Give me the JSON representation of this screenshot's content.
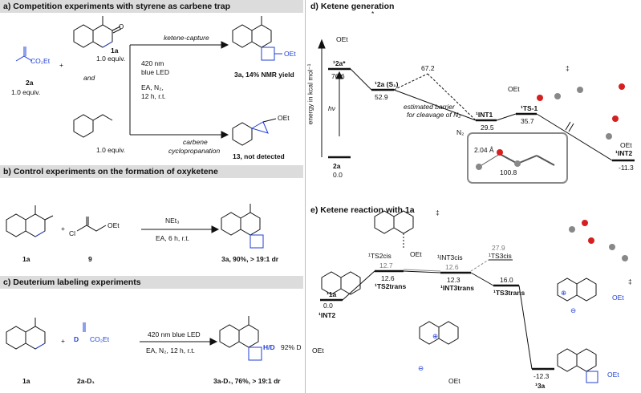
{
  "panel_a": {
    "title": "a) Competition experiments with styrene as carbene trap",
    "reagent_2a_formula": "CO₂Et",
    "reagent_2a_label": "2a",
    "reagent_2a_equiv": "1.0 equiv.",
    "plus": "+",
    "and_text": "and",
    "reagent_1a_label": "1a",
    "reagent_1a_equiv": "1.0 equiv.",
    "styrene_equiv": "1.0 equiv.",
    "conditions": [
      "420 nm",
      "blue LED",
      "EA, N₂,",
      "12 h, r.t."
    ],
    "pathway_top": "ketene-capture",
    "pathway_bottom": [
      "carbene",
      "cyclopropanation"
    ],
    "product_3a": "3a, 14% NMR yield",
    "product_13": "13, not detected",
    "oet": "OEt"
  },
  "panel_b": {
    "title": "b) Control experiments on the formation of oxyketene",
    "reagent_1a": "1a",
    "reagent_9": "9",
    "reagent_cl": "Cl",
    "reagent_oet": "OEt",
    "above_arrow": "NEt₃",
    "below_arrow": "EA, 6 h, r.t.",
    "product": "3a, 90%, > 19:1 dr",
    "plus": "+"
  },
  "panel_c": {
    "title": "c) Deuterium labeling experiments",
    "reagent_1a": "1a",
    "reagent_2a_d1": "2a-D₁",
    "reagent_d": "D",
    "reagent_formula": "CO₂Et",
    "above_arrow": "420 nm blue LED",
    "below_arrow": "EA, N₂, 12 h, r.t.",
    "product": "3a-D₁, 76%, > 19:1 dr",
    "h_d": "H/D",
    "d_percent": "92% D",
    "plus": "+"
  },
  "panel_d": {
    "title": "d) Ketene generation",
    "yaxis": "energy in kcal mol⁻¹",
    "hv": "hν",
    "states": [
      {
        "label": "2a",
        "energy": "0.0"
      },
      {
        "label": "¹2a*",
        "energy": "76.6"
      },
      {
        "label": "¹2a (S₁)",
        "energy": "52.9"
      },
      {
        "label": "¹INT1",
        "energy": "29.5"
      },
      {
        "label": "¹TS-1",
        "energy": "35.7"
      },
      {
        "label": "¹INT2",
        "energy": "-11.3"
      }
    ],
    "barrier_value": "67.2",
    "barrier_text": [
      "estimated barrier",
      "for cleavage of N₂"
    ],
    "n2": "N₂",
    "oet": "OEt",
    "bond_length": "2.04 Å",
    "angle": "100.8",
    "dagger": "‡",
    "star": "*"
  },
  "panel_e": {
    "title": "e) Ketene reaction with 1a",
    "states": [
      {
        "label": "¹1a",
        "energy": "0.0",
        "sub": "¹INT2"
      },
      {
        "label": "¹TS2cis",
        "energy": "12.7"
      },
      {
        "label": "¹TS2trans",
        "energy": "12.6"
      },
      {
        "label": "¹INT3cis",
        "energy": "12.6"
      },
      {
        "label": "¹INT3trans",
        "energy": "12.3"
      },
      {
        "label": "¹TS3cis",
        "energy": "27.9"
      },
      {
        "label": "¹TS3trans",
        "energy": "16.0"
      },
      {
        "label": "¹3a",
        "energy": "-12.3"
      }
    ],
    "oet": "OEt",
    "dagger": "‡",
    "plus_sign": "⊕",
    "minus_sign": "⊖"
  }
}
